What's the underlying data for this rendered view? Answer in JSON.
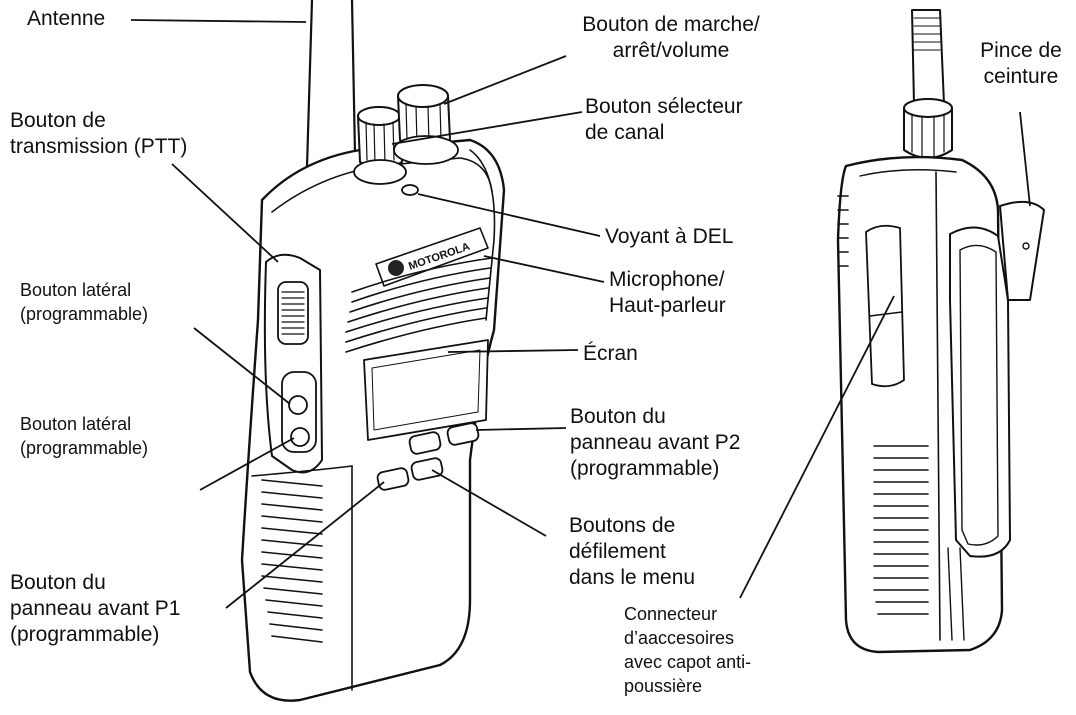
{
  "brand": "MOTOROLA",
  "labels": {
    "antenne": [
      "Antenne"
    ],
    "marche_volume": [
      "Bouton de marche/",
      "arrêt/volume"
    ],
    "selecteur_canal": [
      "Bouton sélecteur",
      "de canal"
    ],
    "ptt": [
      "Bouton de",
      "transmission (PTT)"
    ],
    "voyant_del": [
      "Voyant à DEL"
    ],
    "microphone": [
      "Microphone/",
      "Haut-parleur"
    ],
    "ecran": [
      "Écran"
    ],
    "lateral_1": [
      "Bouton latéral",
      "(programmable)"
    ],
    "lateral_2": [
      "Bouton latéral",
      "(programmable)"
    ],
    "p2": [
      "Bouton du",
      "panneau avant P2",
      "(programmable)"
    ],
    "defilement": [
      "Boutons de",
      "défilement",
      "dans le menu"
    ],
    "p1": [
      "Bouton du",
      "panneau avant P1",
      "(programmable)"
    ],
    "connecteur": [
      "Connecteur",
      "d’aaccesoires",
      "avec capot anti-",
      "poussière"
    ],
    "pince": [
      "Pince de",
      "ceinture"
    ]
  }
}
